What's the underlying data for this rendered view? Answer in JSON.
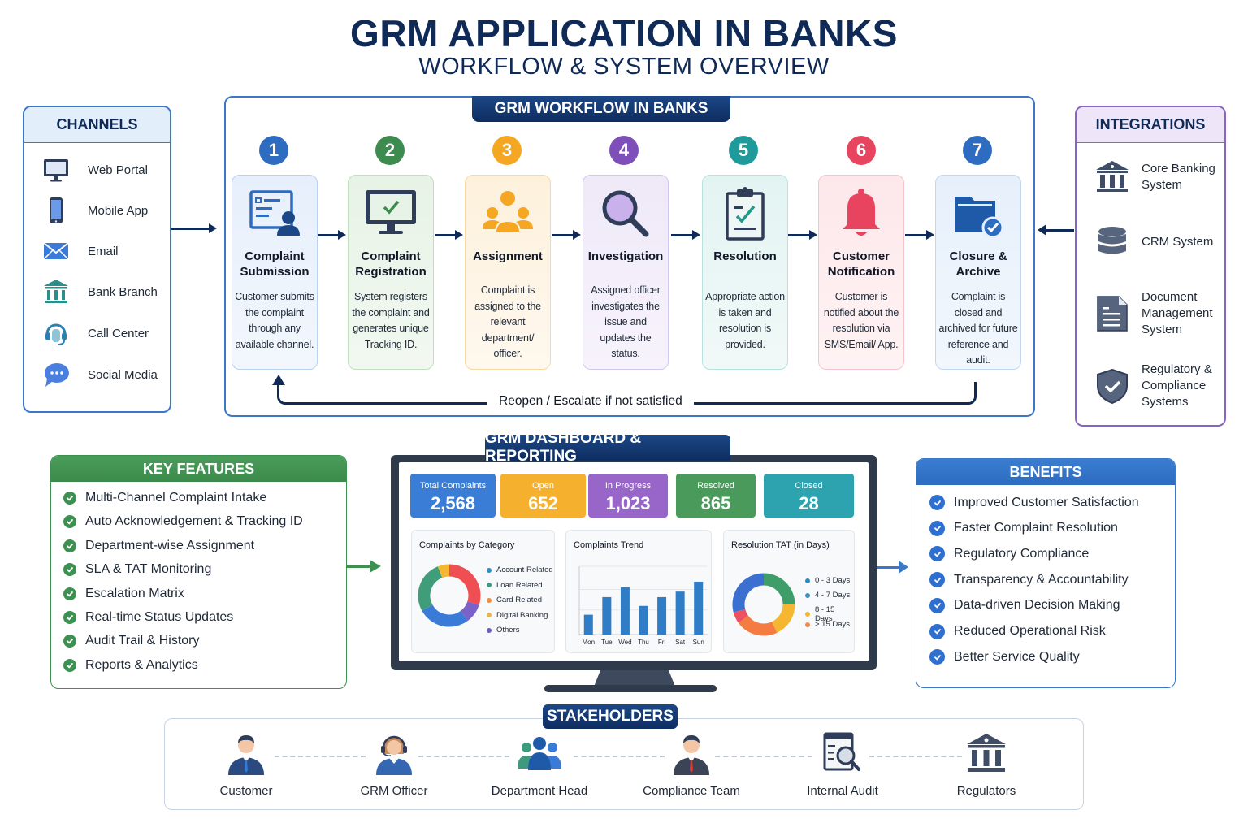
{
  "header": {
    "title": "GRM APPLICATION IN BANKS",
    "subtitle": "WORKFLOW & SYSTEM OVERVIEW"
  },
  "channels": {
    "title": "CHANNELS",
    "items": [
      {
        "label": "Web Portal",
        "icon": "monitor-icon"
      },
      {
        "label": "Mobile App",
        "icon": "mobile-phone-icon"
      },
      {
        "label": "Email",
        "icon": "envelope-icon"
      },
      {
        "label": "Bank Branch",
        "icon": "bank-building-icon"
      },
      {
        "label": "Call Center",
        "icon": "headset-icon"
      },
      {
        "label": "Social Media",
        "icon": "chat-bubble-icon"
      }
    ]
  },
  "workflow": {
    "title": "GRM WORKFLOW IN BANKS",
    "steps": [
      {
        "number": "1",
        "title": "Complaint Submission",
        "description": "Customer submits the complaint through any available channel.",
        "icon": "form-user-icon",
        "color": "#2d6cc0"
      },
      {
        "number": "2",
        "title": "Complaint Registration",
        "description": "System registers the complaint and generates unique Tracking ID.",
        "icon": "monitor-check-icon",
        "color": "#3d8b4f"
      },
      {
        "number": "3",
        "title": "Assignment",
        "description": "Complaint is assigned to the relevant department/ officer.",
        "icon": "team-icon",
        "color": "#f5a623"
      },
      {
        "number": "4",
        "title": "Investigation",
        "description": "Assigned officer investigates the issue and updates the status.",
        "icon": "magnifier-icon",
        "color": "#7e4fb8"
      },
      {
        "number": "5",
        "title": "Resolution",
        "description": "Appropriate action is taken and resolution is provided.",
        "icon": "clipboard-check-icon",
        "color": "#1f9a9a"
      },
      {
        "number": "6",
        "title": "Customer Notification",
        "description": "Customer is notified about the resolution via SMS/Email/ App.",
        "icon": "bell-icon",
        "color": "#e8435f"
      },
      {
        "number": "7",
        "title": "Closure & Archive",
        "description": "Complaint is closed and archived for future reference and audit.",
        "icon": "folder-check-icon",
        "color": "#2d6cc0"
      }
    ],
    "loop_label": "Reopen / Escalate if not satisfied"
  },
  "integrations": {
    "title": "INTEGRATIONS",
    "items": [
      {
        "label": "Core Banking System",
        "icon": "bank-building-icon"
      },
      {
        "label": "CRM System",
        "icon": "database-icon"
      },
      {
        "label": "Document Management System",
        "icon": "document-icon"
      },
      {
        "label": "Regulatory & Compliance Systems",
        "icon": "shield-check-icon"
      }
    ]
  },
  "key_features": {
    "title": "KEY FEATURES",
    "items": [
      "Multi-Channel Complaint Intake",
      "Auto Acknowledgement & Tracking ID",
      "Department-wise Assignment",
      "SLA & TAT Monitoring",
      "Escalation Matrix",
      "Real-time Status Updates",
      "Audit Trail & History",
      "Reports & Analytics"
    ]
  },
  "dashboard": {
    "title": "GRM DASHBOARD & REPORTING",
    "kpis": [
      {
        "label": "Total Complaints",
        "value": "2,568",
        "color": "#3a7dd6"
      },
      {
        "label": "Open",
        "value": "652",
        "color": "#f5b02e"
      },
      {
        "label": "In Progress",
        "value": "1,023",
        "color": "#9866c9"
      },
      {
        "label": "Resolved",
        "value": "865",
        "color": "#4a9b5b"
      },
      {
        "label": "Closed",
        "value": "28",
        "color": "#2ea3b0"
      }
    ]
  },
  "benefits": {
    "title": "BENEFITS",
    "items": [
      "Improved Customer Satisfaction",
      "Faster Complaint Resolution",
      "Regulatory Compliance",
      "Transparency & Accountability",
      "Data-driven Decision Making",
      "Reduced Operational Risk",
      "Better Service Quality"
    ]
  },
  "stakeholders": {
    "title": "STAKEHOLDERS",
    "items": [
      {
        "label": "Customer",
        "icon": "businessman-icon"
      },
      {
        "label": "GRM Officer",
        "icon": "support-agent-icon"
      },
      {
        "label": "Department Head",
        "icon": "group-icon"
      },
      {
        "label": "Compliance Team",
        "icon": "businessman-red-tie-icon"
      },
      {
        "label": "Internal Audit",
        "icon": "audit-report-icon"
      },
      {
        "label": "Regulators",
        "icon": "bank-building-icon"
      }
    ]
  },
  "chart_data": [
    {
      "type": "pie",
      "title": "Complaints by Category",
      "categories": [
        "Account Related",
        "Loan Related",
        "Card Related",
        "Digital Banking",
        "Others"
      ],
      "legend_colors": [
        "#2e8bc0",
        "#3d9a7e",
        "#f08a3c",
        "#e8b64a",
        "#6a5fc0"
      ],
      "slices": [
        {
          "label": "Red segment",
          "value": 30,
          "color": "#ef4f52"
        },
        {
          "label": "Purple segment",
          "value": 10,
          "color": "#7a62c9"
        },
        {
          "label": "Blue segment",
          "value": 27,
          "color": "#3b7bd8"
        },
        {
          "label": "Green segment",
          "value": 27,
          "color": "#3f9d7a"
        },
        {
          "label": "Yellow segment",
          "value": 6,
          "color": "#f5b731"
        }
      ],
      "legend": "right"
    },
    {
      "type": "bar",
      "title": "Complaints Trend",
      "categories": [
        "Mon",
        "Tue",
        "Wed",
        "Thu",
        "Fri",
        "Sat",
        "Sun"
      ],
      "values": [
        18,
        34,
        43,
        26,
        34,
        39,
        48
      ],
      "ylim": [
        0,
        62
      ],
      "grid": true
    },
    {
      "type": "pie",
      "title": "Resolution TAT (in Days)",
      "categories": [
        "0 - 3 Days",
        "4 - 7 Days",
        "8 - 15 Days",
        "> 15 Days"
      ],
      "legend_colors": [
        "#2e8bc0",
        "#3f8fb8",
        "#f5b731",
        "#f08a4c"
      ],
      "slices": [
        {
          "label": "Green segment",
          "value": 25,
          "color": "#3e9d68"
        },
        {
          "label": "Yellow segment",
          "value": 18,
          "color": "#f5b731"
        },
        {
          "label": "Orange segment",
          "value": 22,
          "color": "#f47c42"
        },
        {
          "label": "Red segment",
          "value": 6,
          "color": "#ec5061"
        },
        {
          "label": "Blue segment",
          "value": 29,
          "color": "#3b70d0"
        }
      ],
      "legend": "right"
    }
  ]
}
